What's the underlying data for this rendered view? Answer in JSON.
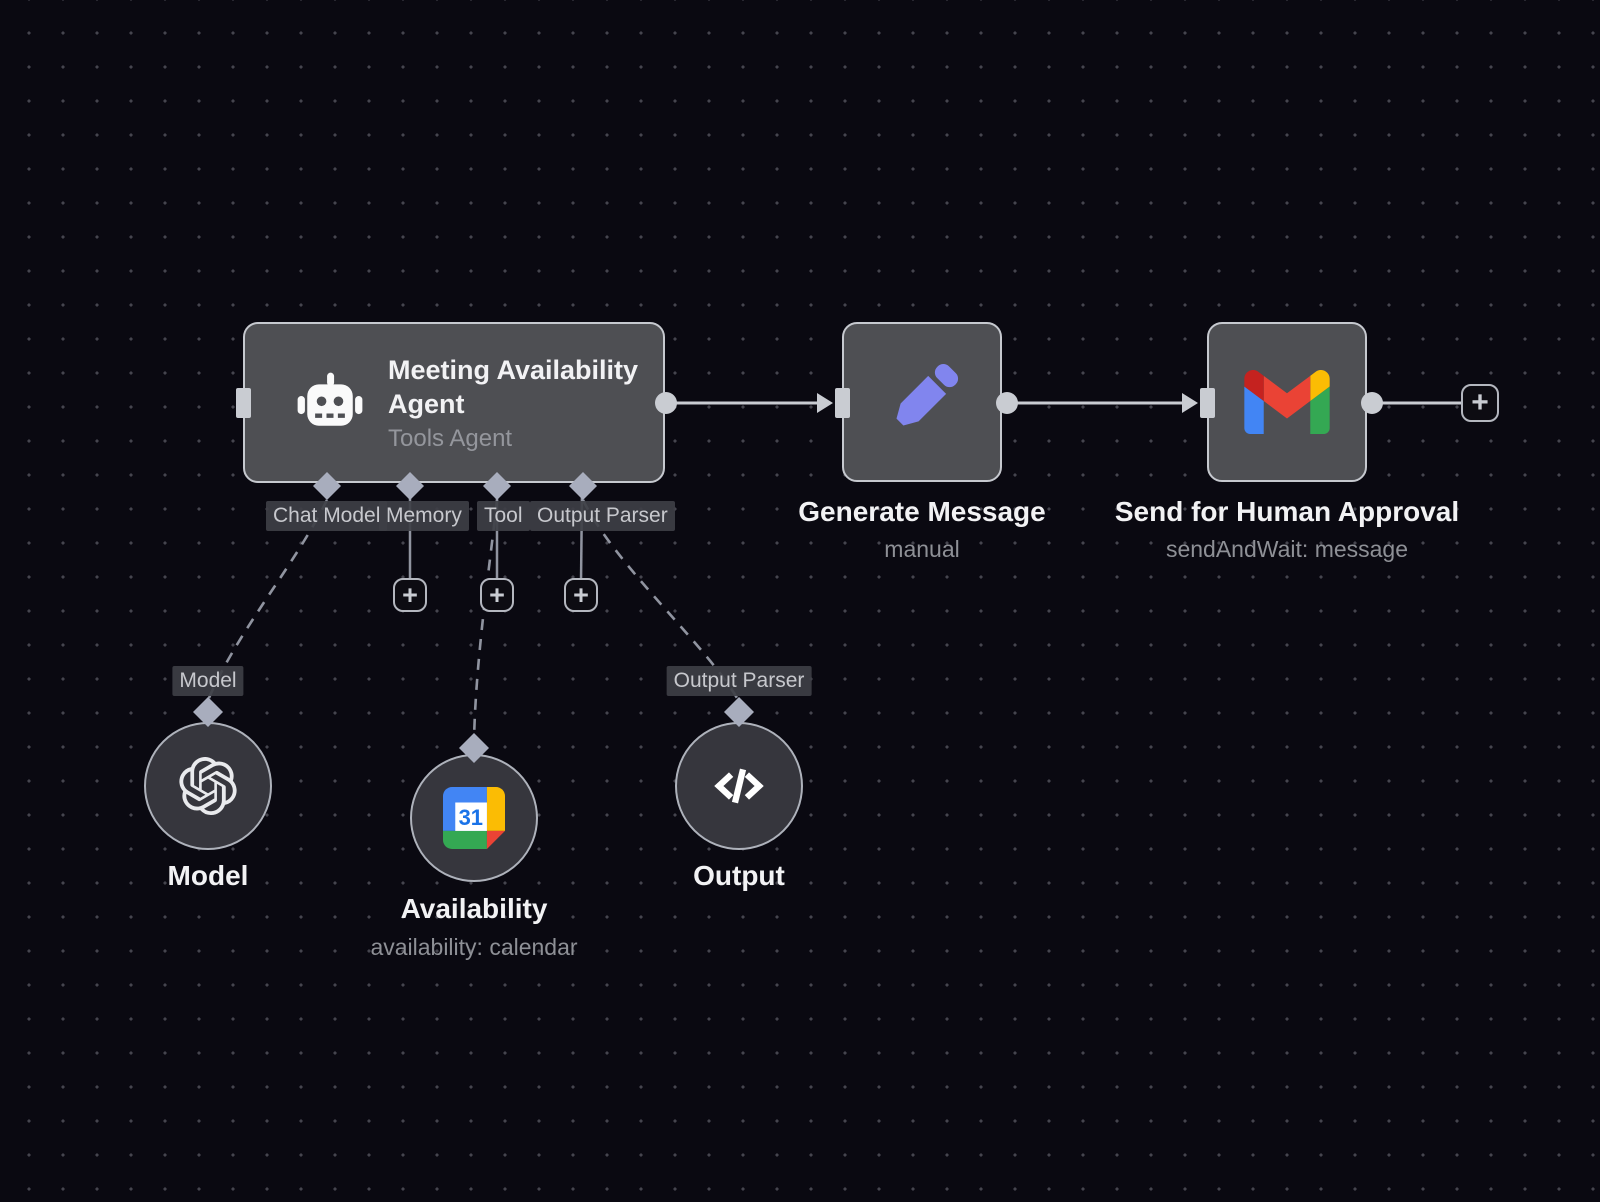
{
  "canvas": {
    "background": "#0a0911",
    "dot_color": "#45454e"
  },
  "nodes": {
    "agent": {
      "title": "Meeting Availability Agent",
      "subtitle": "Tools Agent",
      "icon": "robot-icon"
    },
    "generate_message": {
      "title": "Generate Message",
      "subtitle": "manual",
      "icon": "pencil-icon"
    },
    "human_approval": {
      "title": "Send for Human Approval",
      "subtitle": "sendAndWait: message",
      "icon": "gmail-icon"
    },
    "model": {
      "title": "Model",
      "port_label": "Model",
      "icon": "openai-icon"
    },
    "availability": {
      "title": "Availability",
      "subtitle": "availability: calendar",
      "icon": "google-calendar-icon"
    },
    "output": {
      "title": "Output",
      "port_label": "Output Parser",
      "icon": "code-icon"
    }
  },
  "agent_ports": [
    {
      "label": "Chat Model"
    },
    {
      "label": "Memory"
    },
    {
      "label": "Tool"
    },
    {
      "label": "Output Parser"
    }
  ],
  "controls": {
    "plus": "+"
  },
  "calendar_icon_day": "31",
  "colors": {
    "node_fill": "#4e4f53",
    "node_border": "#c6c9cf",
    "circle_fill": "#36363d",
    "connector": "#c9ccd2",
    "dashed_line": "#9094a0",
    "diamond": "#a8adbd",
    "pencil_purple": "#8185ee",
    "gmail_red": "#ea4335",
    "gmail_blue": "#4285f4",
    "gmail_green": "#34a853",
    "gmail_yellow": "#fbbc04",
    "calendar_blue": "#4285f4",
    "calendar_green": "#34a853",
    "calendar_yellow": "#fbbc04",
    "calendar_red": "#ea4335"
  }
}
